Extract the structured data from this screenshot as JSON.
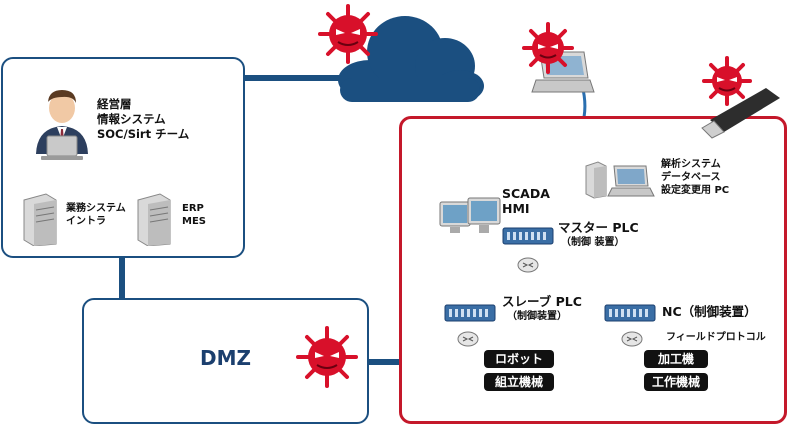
{
  "office": {
    "persona_lines": [
      "経営層",
      "情報システム",
      "SOC/Sirt チーム"
    ],
    "server1_lines": [
      "業務システム",
      "イントラ"
    ],
    "server2_lines": [
      "ERP",
      "MES"
    ]
  },
  "dmz": {
    "label": "DMZ"
  },
  "ot": {
    "engineering_lines": [
      "解析システム",
      "データベース",
      "設定変更用 PC"
    ],
    "scada_lines": [
      "SCADA",
      "HMI"
    ],
    "master_plc": {
      "name": "マスター PLC",
      "sub": "（制御 装置）"
    },
    "slave_plc": {
      "name": "スレーブ PLC",
      "sub": "（制御装置）"
    },
    "nc": {
      "name": "NC（制御装置）"
    },
    "field_protocol": "フィールドプロトコル",
    "left_tags": [
      "ロボット",
      "組立機械"
    ],
    "right_tags": [
      "加工機",
      "工作機械"
    ]
  },
  "colors": {
    "network_blue": "#1b4f80",
    "ot_red": "#c4182a",
    "virus_red": "#d8102a",
    "arrow_blue": "#2a6fb0"
  }
}
